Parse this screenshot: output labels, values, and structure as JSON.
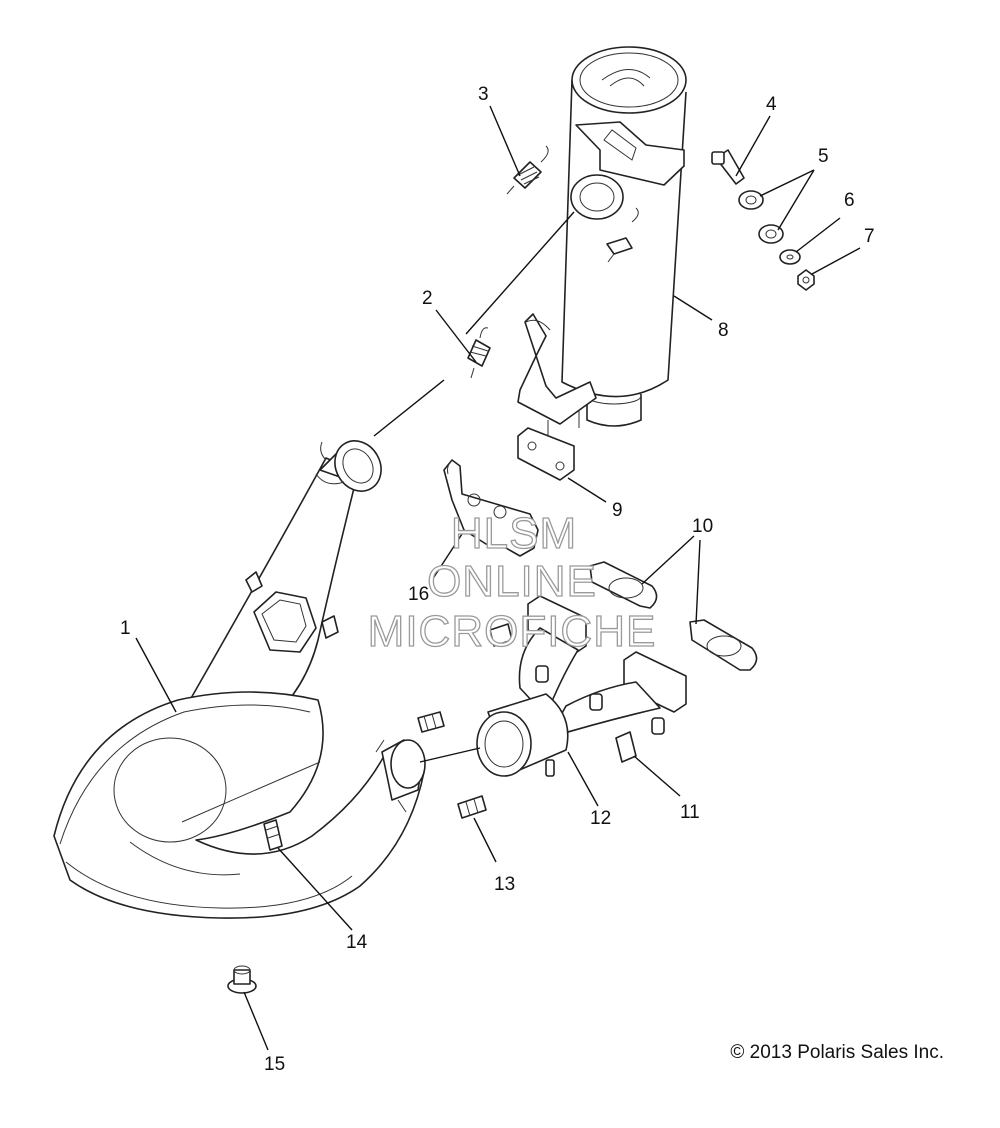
{
  "diagram": {
    "callouts": [
      "1",
      "2",
      "3",
      "4",
      "5",
      "6",
      "7",
      "8",
      "9",
      "10",
      "11",
      "12",
      "13",
      "14",
      "15",
      "16"
    ],
    "watermark": [
      "HLSM",
      "ONLINE",
      "MICROFICHE"
    ],
    "copyright": "© 2013 Polaris Sales Inc."
  }
}
